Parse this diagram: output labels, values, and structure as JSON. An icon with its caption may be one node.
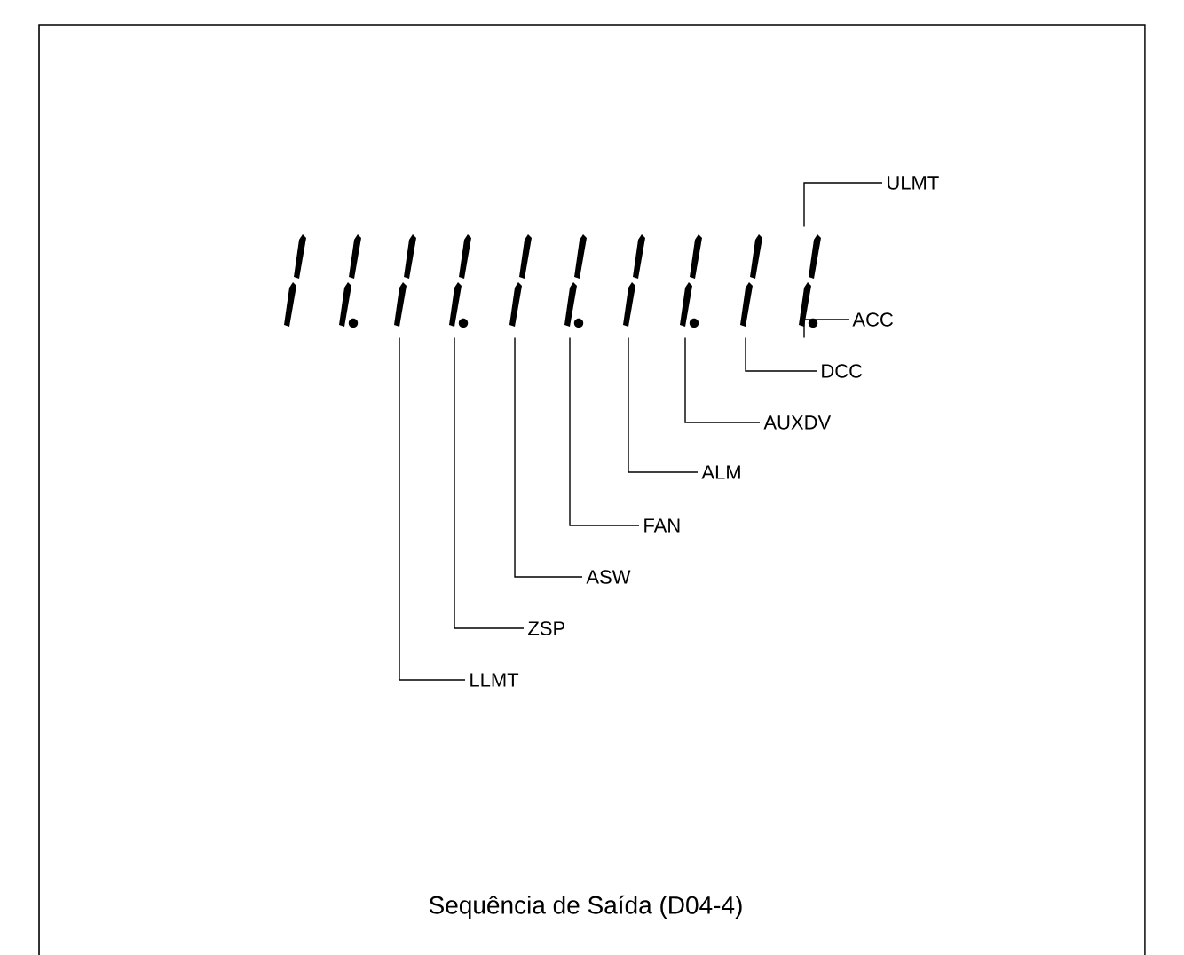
{
  "diagram": {
    "caption": "Sequência de Saída (D04-4)",
    "nodes": [
      {
        "text": [],
        "shape": "bar"
      },
      {
        "text": [],
        "shape": "bar"
      },
      {
        "text": [],
        "shape": "bar"
      },
      {
        "text": [],
        "shape": "bar"
      },
      {
        "text": [],
        "shape": "bar"
      },
      {
        "text": [],
        "shape": "bar"
      },
      {
        "text": [],
        "shape": "bar"
      },
      {
        "text": [],
        "shape": "bar"
      },
      {
        "text": [],
        "shape": "bar"
      },
      {
        "text": [],
        "shape": "bar"
      },
      {
        "text": [
          "ULMT"
        ]
      },
      {
        "text": [
          "ACC"
        ]
      },
      {
        "text": [
          "DCC"
        ]
      },
      {
        "text": [
          "AUXDV"
        ]
      },
      {
        "text": [
          "ALM"
        ]
      },
      {
        "text": [
          "FAN"
        ]
      },
      {
        "text": [
          "ASW"
        ]
      },
      {
        "text": [
          "ZSP"
        ]
      },
      {
        "text": [
          "LLMT"
        ]
      }
    ],
    "edges": [
      {
        "from": 10,
        "to": 9,
        "arrow": "none"
      },
      {
        "from": 11,
        "to": 9,
        "arrow": "none"
      },
      {
        "from": 12,
        "to": 8,
        "arrow": "none"
      },
      {
        "from": 13,
        "to": 7,
        "arrow": "none"
      },
      {
        "from": 14,
        "to": 6,
        "arrow": "none"
      },
      {
        "from": 15,
        "to": 5,
        "arrow": "none"
      },
      {
        "from": 16,
        "to": 4,
        "arrow": "none"
      },
      {
        "from": 17,
        "to": 3,
        "arrow": "none"
      },
      {
        "from": 18,
        "to": 2,
        "arrow": "none"
      }
    ]
  }
}
